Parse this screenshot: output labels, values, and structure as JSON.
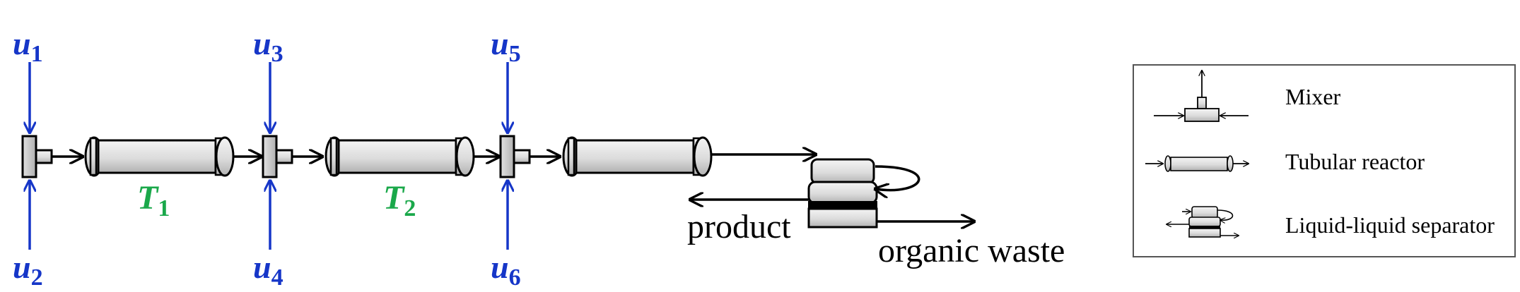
{
  "colors": {
    "input_blue": "#1636c8",
    "temperature_green": "#1aa84a",
    "stroke": "#000000",
    "metal_light": "#f4f4f4",
    "metal_dark": "#b2b2b2"
  },
  "inputs": [
    {
      "symbol": "u",
      "sub": "1"
    },
    {
      "symbol": "u",
      "sub": "2"
    },
    {
      "symbol": "u",
      "sub": "3"
    },
    {
      "symbol": "u",
      "sub": "4"
    },
    {
      "symbol": "u",
      "sub": "5"
    },
    {
      "symbol": "u",
      "sub": "6"
    }
  ],
  "temperatures": [
    {
      "symbol": "T",
      "sub": "1"
    },
    {
      "symbol": "T",
      "sub": "2"
    }
  ],
  "outputs": {
    "product": "product",
    "waste": "organic waste"
  },
  "legend": {
    "mixer": "Mixer",
    "tubular_reactor": "Tubular reactor",
    "separator": "Liquid-liquid separator"
  }
}
